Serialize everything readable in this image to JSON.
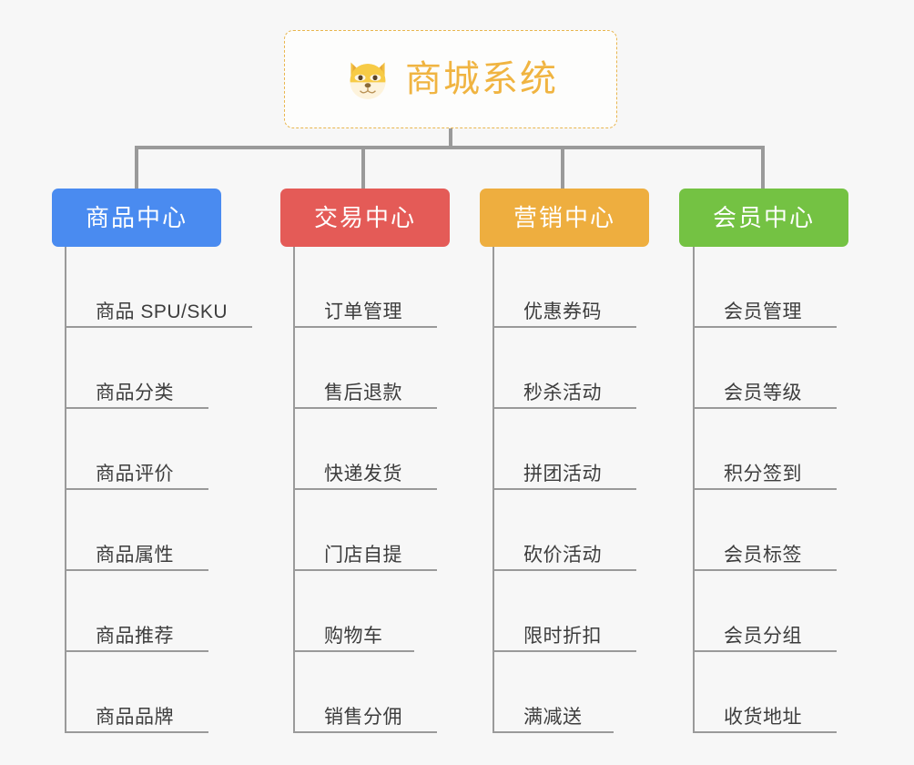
{
  "diagram": {
    "type": "mindmap-tree",
    "background_color": "#f7f7f7",
    "root": {
      "title": "商城系统",
      "icon": "shiba-dog-icon",
      "border_color": "#e9b64e",
      "text_color": "#f0b441"
    },
    "connector_color": "#9a9a9a",
    "categories": [
      {
        "label": "商品中心",
        "color": "#4a8bf0",
        "items": [
          "商品 SPU/SKU",
          "商品分类",
          "商品评价",
          "商品属性",
          "商品推荐",
          "商品品牌"
        ]
      },
      {
        "label": "交易中心",
        "color": "#e45b57",
        "items": [
          "订单管理",
          "售后退款",
          "快递发货",
          "门店自提",
          "购物车",
          "销售分佣"
        ]
      },
      {
        "label": "营销中心",
        "color": "#eeae3f",
        "items": [
          "优惠券码",
          "秒杀活动",
          "拼团活动",
          "砍价活动",
          "限时折扣",
          "满减送"
        ]
      },
      {
        "label": "会员中心",
        "color": "#74c243",
        "items": [
          "会员管理",
          "会员等级",
          "积分签到",
          "会员标签",
          "会员分组",
          "收货地址"
        ]
      }
    ]
  }
}
